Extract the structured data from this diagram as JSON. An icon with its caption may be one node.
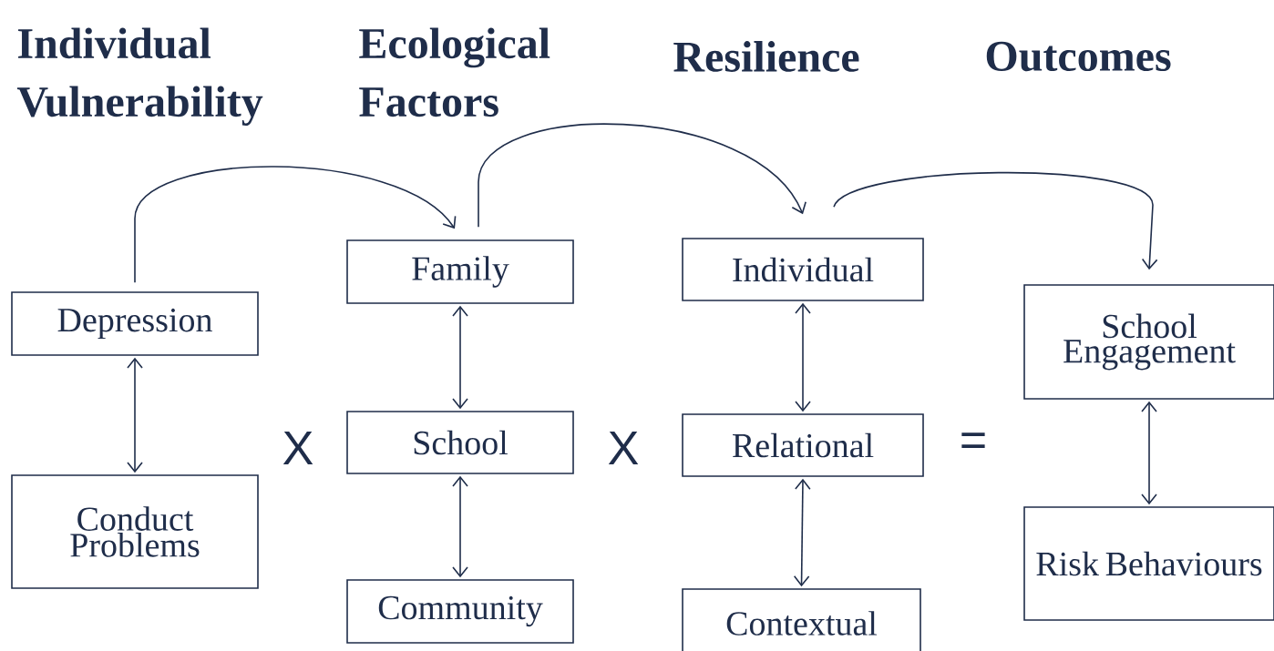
{
  "diagram": {
    "nodes": [
      {
        "text": [
          "Depression"
        ]
      },
      {
        "text": [
          "Conduct Problems"
        ]
      },
      {
        "text": [
          "Family"
        ]
      },
      {
        "text": [
          "School"
        ]
      },
      {
        "text": [
          "Community"
        ]
      },
      {
        "text": [
          "Individual"
        ]
      },
      {
        "text": [
          "Relational"
        ]
      },
      {
        "text": [
          "Contextual"
        ]
      },
      {
        "text": [
          "School Engagement"
        ]
      },
      {
        "text": [
          "Risk Behaviours"
        ]
      }
    ],
    "edges": [
      {
        "from": 0,
        "to": 2,
        "arrow": "to"
      },
      {
        "from": 2,
        "to": 5,
        "arrow": "to"
      },
      {
        "from": 5,
        "to": 8,
        "arrow": "to"
      },
      {
        "from": 0,
        "to": 1,
        "arrow": "both"
      },
      {
        "from": 2,
        "to": 3,
        "arrow": "both"
      },
      {
        "from": 3,
        "to": 4,
        "arrow": "both"
      },
      {
        "from": 5,
        "to": 6,
        "arrow": "both"
      },
      {
        "from": 6,
        "to": 7,
        "arrow": "both"
      },
      {
        "from": 8,
        "to": 9,
        "arrow": "both"
      }
    ],
    "labels": [
      "Individual Vulnerability",
      "Ecological Factors",
      "Resilience",
      "Outcomes",
      "X",
      "X",
      "="
    ]
  }
}
